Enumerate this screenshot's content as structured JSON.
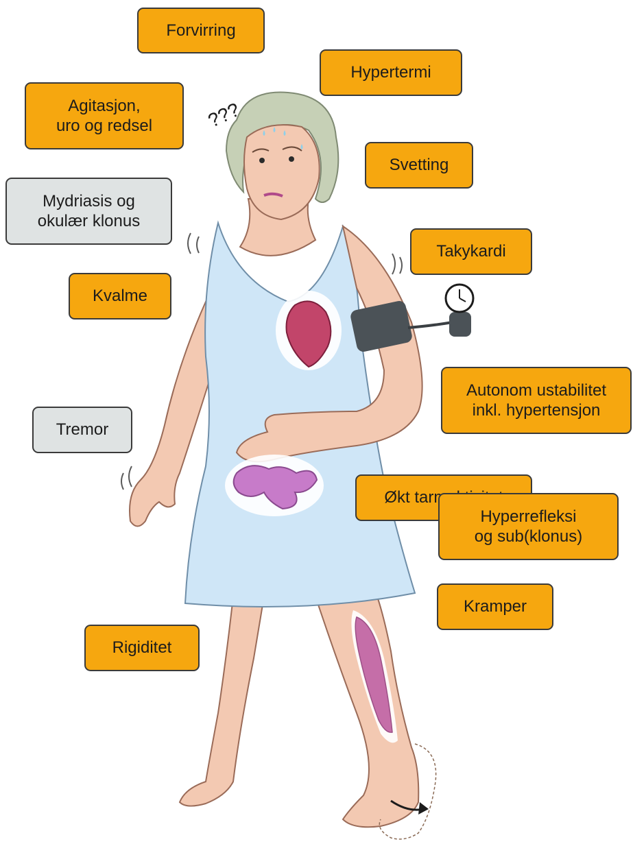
{
  "colors": {
    "symptom_box": "#f6a70f",
    "secondary_box": "#dfe3e3",
    "dress": "#cfe6f7",
    "skin": "#f3c9b2",
    "organ": "#c2456a",
    "intestine": "#c77bc9",
    "muscle": "#c56ea8"
  },
  "labels": {
    "forvirring": "Forvirring",
    "hypertermi": "Hypertermi",
    "agitasjon": "Agitasjon,\nuro og redsel",
    "svetting": "Svetting",
    "mydriasis": "Mydriasis og\nokulær klonus",
    "takykardi": "Takykardi",
    "kvalme": "Kvalme",
    "autonom": "Autonom ustabilitet\ninkl. hypertensjon",
    "tremor": "Tremor",
    "tarm": "Økt tarmaktivitet",
    "kramper": "Kramper",
    "rigiditet": "Rigiditet",
    "hyperrefleksi": "Hyperrefleksi\nog sub(klonus)"
  },
  "illustration": {
    "confusion_marks": "???"
  }
}
